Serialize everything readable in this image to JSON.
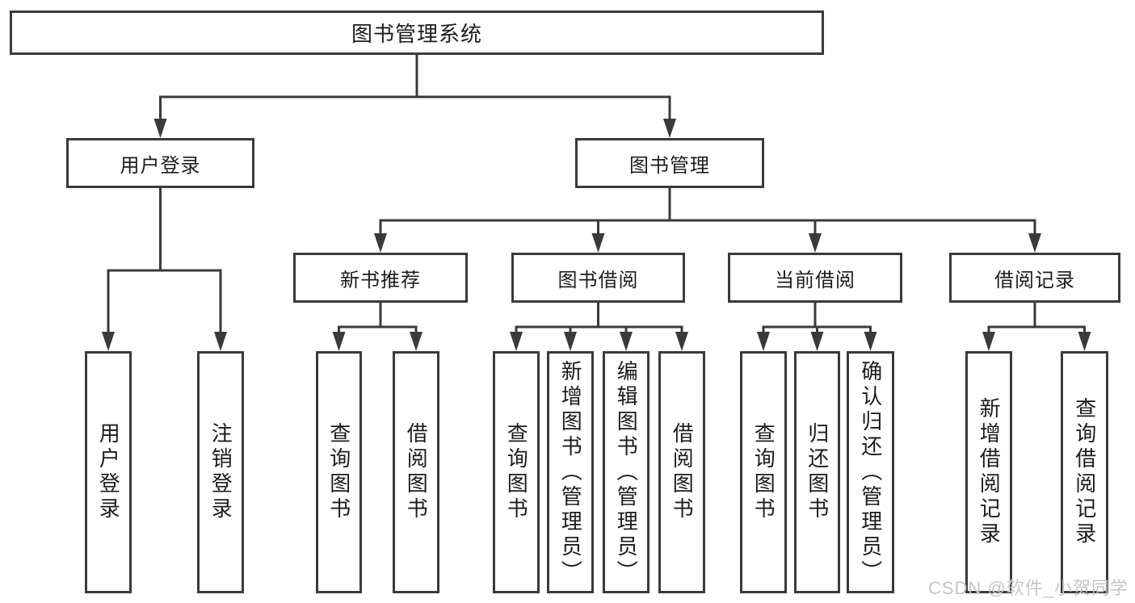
{
  "tree": {
    "label": "图书管理系统",
    "children": [
      {
        "label": "用户登录",
        "children": [
          {
            "label": "用户登录"
          },
          {
            "label": "注销登录"
          }
        ]
      },
      {
        "label": "图书管理",
        "children": [
          {
            "label": "新书推荐",
            "children": [
              {
                "label": "查询图书"
              },
              {
                "label": "借阅图书"
              }
            ]
          },
          {
            "label": "图书借阅",
            "children": [
              {
                "label": "查询图书"
              },
              {
                "label": "新增图书（管理员）"
              },
              {
                "label": "编辑图书（管理员）"
              },
              {
                "label": "借阅图书"
              }
            ]
          },
          {
            "label": "当前借阅",
            "children": [
              {
                "label": "查询图书"
              },
              {
                "label": "归还图书"
              },
              {
                "label": "确认归还（管理员）"
              }
            ]
          },
          {
            "label": "借阅记录",
            "children": [
              {
                "label": "新增借阅记录"
              },
              {
                "label": "查询借阅记录"
              }
            ]
          }
        ]
      }
    ]
  },
  "watermark": {
    "text": "CSDN @软件_小贺同学"
  },
  "colors": {
    "line": "#3a3a3a",
    "text": "#1c1c1c",
    "background": "#ffffff",
    "watermark": "#c5c5c5"
  }
}
